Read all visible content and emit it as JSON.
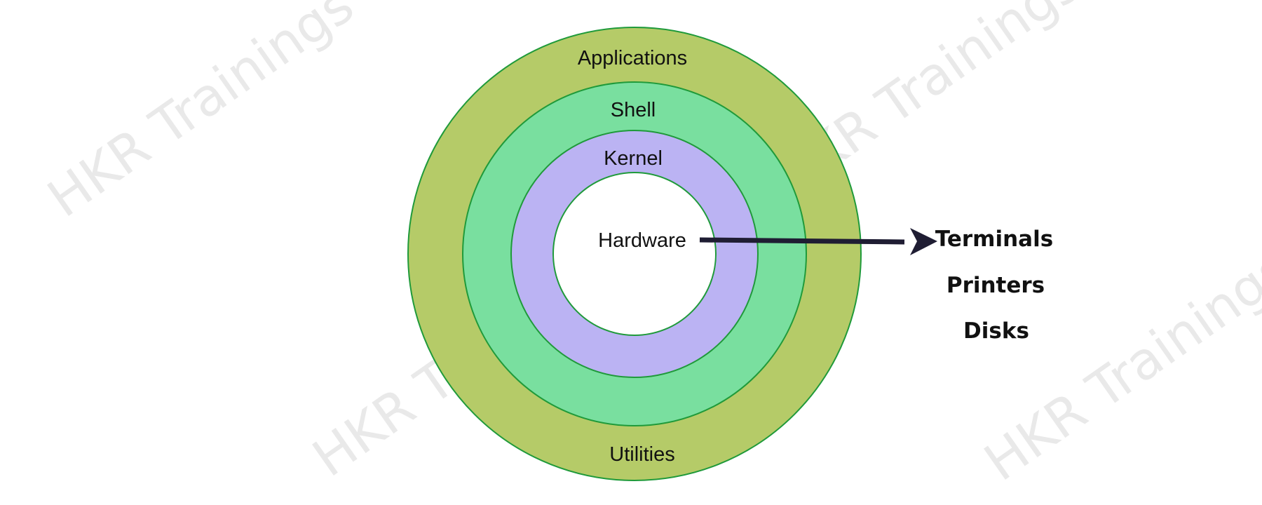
{
  "watermark": "HKR Trainings",
  "layers": {
    "applications": "Applications",
    "shell": "Shell",
    "kernel": "Kernel",
    "utilities": "Utilities",
    "hardware": "Hardware"
  },
  "devices": [
    "Terminals",
    "Printers",
    "Disks"
  ],
  "colors": {
    "outer_ring": "#b5cb68",
    "middle_ring": "#79df9f",
    "inner_ring": "#bbb3f3",
    "core": "#ffffff",
    "ring_stroke": "#1f9a3a",
    "arrow": "#1f1d33"
  }
}
